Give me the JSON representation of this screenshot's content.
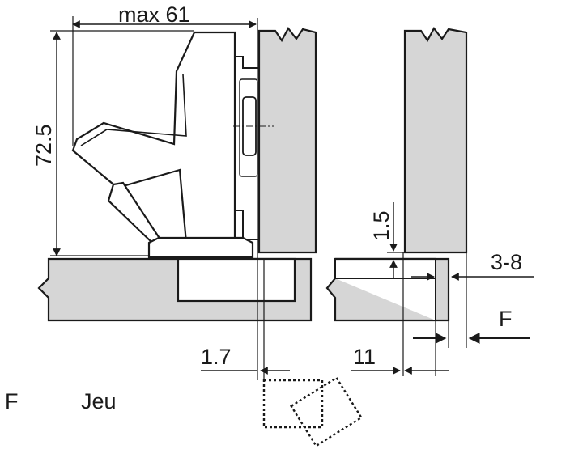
{
  "dimensions": {
    "max_width": "max 61",
    "height": "72.5",
    "gap_top": "1.5",
    "overlay_range": "3-8",
    "offset_left": "1.7",
    "offset_right": "11"
  },
  "force_label": "F",
  "legend": {
    "symbol": "F",
    "text": "Jeu"
  },
  "colors": {
    "panel_fill": "#d6d6d6",
    "line": "#1a1a1a",
    "background": "#ffffff"
  }
}
